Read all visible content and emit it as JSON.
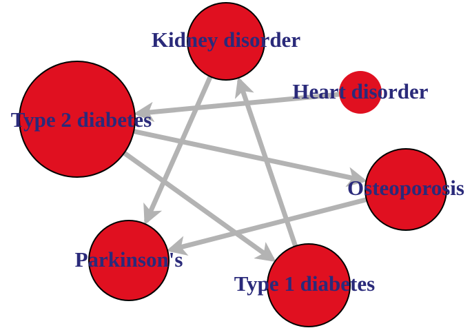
{
  "colors": {
    "node_fill": "#e01020",
    "node_stroke": "#000000",
    "edge": "#b3b3b3",
    "label": "#2a2a7a",
    "background": "#ffffff"
  },
  "nodes": [
    {
      "id": "kidney",
      "label": "Kidney disorder",
      "outline": true
    },
    {
      "id": "heart",
      "label": "Heart disorder",
      "outline": false
    },
    {
      "id": "t2d",
      "label": "Type 2 diabetes",
      "outline": true
    },
    {
      "id": "osteo",
      "label": "Osteoporosis",
      "outline": true
    },
    {
      "id": "parkinson",
      "label": "Parkinson's",
      "outline": true
    },
    {
      "id": "t1d",
      "label": "Type 1 diabetes",
      "outline": true
    }
  ],
  "edges": [
    {
      "from": "heart",
      "to": "t2d",
      "directed": true
    },
    {
      "from": "kidney",
      "to": "parkinson",
      "directed": true
    },
    {
      "from": "t1d",
      "to": "kidney",
      "directed": true
    },
    {
      "from": "t2d",
      "to": "osteo",
      "directed": true
    },
    {
      "from": "t2d",
      "to": "t1d",
      "directed": true
    },
    {
      "from": "osteo",
      "to": "parkinson",
      "directed": true
    }
  ]
}
